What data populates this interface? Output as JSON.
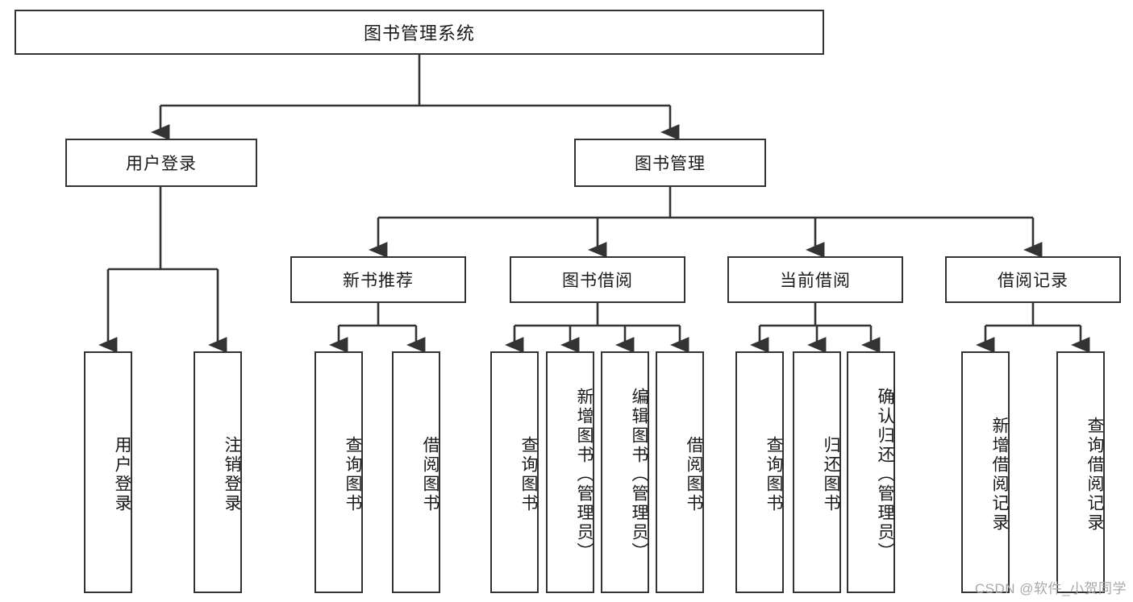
{
  "diagram": {
    "type": "tree",
    "title": "图书管理系统",
    "watermark": "CSDN @软件_小贺同学",
    "colors": {
      "box_border": "#333333",
      "box_fill": "#ffffff",
      "edge": "#333333",
      "text": "#1a1a1a",
      "watermark": "#a8a8a8"
    },
    "levels": [
      {
        "name": "root",
        "nodes": [
          {
            "id": "root",
            "label": "图书管理系统",
            "orientation": "horizontal"
          }
        ]
      },
      {
        "name": "modules",
        "nodes": [
          {
            "id": "user-login",
            "label": "用户登录",
            "orientation": "horizontal"
          },
          {
            "id": "book-manage",
            "label": "图书管理",
            "orientation": "horizontal"
          }
        ]
      },
      {
        "name": "submodules",
        "nodes": [
          {
            "id": "new-book-rec",
            "label": "新书推荐",
            "orientation": "horizontal"
          },
          {
            "id": "book-borrow",
            "label": "图书借阅",
            "orientation": "horizontal"
          },
          {
            "id": "current-borrow",
            "label": "当前借阅",
            "orientation": "horizontal"
          },
          {
            "id": "borrow-record",
            "label": "借阅记录",
            "orientation": "horizontal"
          }
        ]
      },
      {
        "name": "leaves",
        "nodes": [
          {
            "id": "leaf-user-login",
            "label": "用户登录",
            "orientation": "vertical",
            "parent": "user-login"
          },
          {
            "id": "leaf-user-logout",
            "label": "注销登录",
            "orientation": "vertical",
            "parent": "user-login"
          },
          {
            "id": "leaf-query-book-1",
            "label": "查询图书",
            "orientation": "vertical",
            "parent": "new-book-rec"
          },
          {
            "id": "leaf-borrow-book-1",
            "label": "借阅图书",
            "orientation": "vertical",
            "parent": "new-book-rec"
          },
          {
            "id": "leaf-query-book-2",
            "label": "查询图书",
            "orientation": "vertical",
            "parent": "book-borrow"
          },
          {
            "id": "leaf-add-book",
            "label": "新增图书（管理员）",
            "orientation": "vertical",
            "parent": "book-borrow"
          },
          {
            "id": "leaf-edit-book",
            "label": "编辑图书（管理员）",
            "orientation": "vertical",
            "parent": "book-borrow"
          },
          {
            "id": "leaf-borrow-book-2",
            "label": "借阅图书",
            "orientation": "vertical",
            "parent": "book-borrow"
          },
          {
            "id": "leaf-query-book-3",
            "label": "查询图书",
            "orientation": "vertical",
            "parent": "current-borrow"
          },
          {
            "id": "leaf-return-book",
            "label": "归还图书",
            "orientation": "vertical",
            "parent": "current-borrow"
          },
          {
            "id": "leaf-confirm-return",
            "label": "确认归还（管理员）",
            "orientation": "vertical",
            "parent": "current-borrow"
          },
          {
            "id": "leaf-add-record",
            "label": "新增借阅记录",
            "orientation": "vertical",
            "parent": "borrow-record"
          },
          {
            "id": "leaf-query-record",
            "label": "查询借阅记录",
            "orientation": "vertical",
            "parent": "borrow-record"
          }
        ]
      }
    ],
    "edges": [
      {
        "from": "root",
        "to": "user-login"
      },
      {
        "from": "root",
        "to": "book-manage"
      },
      {
        "from": "book-manage",
        "to": "new-book-rec"
      },
      {
        "from": "book-manage",
        "to": "book-borrow"
      },
      {
        "from": "book-manage",
        "to": "current-borrow"
      },
      {
        "from": "book-manage",
        "to": "borrow-record"
      },
      {
        "from": "user-login",
        "to": "leaf-user-login"
      },
      {
        "from": "user-login",
        "to": "leaf-user-logout"
      },
      {
        "from": "new-book-rec",
        "to": "leaf-query-book-1"
      },
      {
        "from": "new-book-rec",
        "to": "leaf-borrow-book-1"
      },
      {
        "from": "book-borrow",
        "to": "leaf-query-book-2"
      },
      {
        "from": "book-borrow",
        "to": "leaf-add-book"
      },
      {
        "from": "book-borrow",
        "to": "leaf-edit-book"
      },
      {
        "from": "book-borrow",
        "to": "leaf-borrow-book-2"
      },
      {
        "from": "current-borrow",
        "to": "leaf-query-book-3"
      },
      {
        "from": "current-borrow",
        "to": "leaf-return-book"
      },
      {
        "from": "current-borrow",
        "to": "leaf-confirm-return"
      },
      {
        "from": "borrow-record",
        "to": "leaf-add-record"
      },
      {
        "from": "borrow-record",
        "to": "leaf-query-record"
      }
    ]
  }
}
